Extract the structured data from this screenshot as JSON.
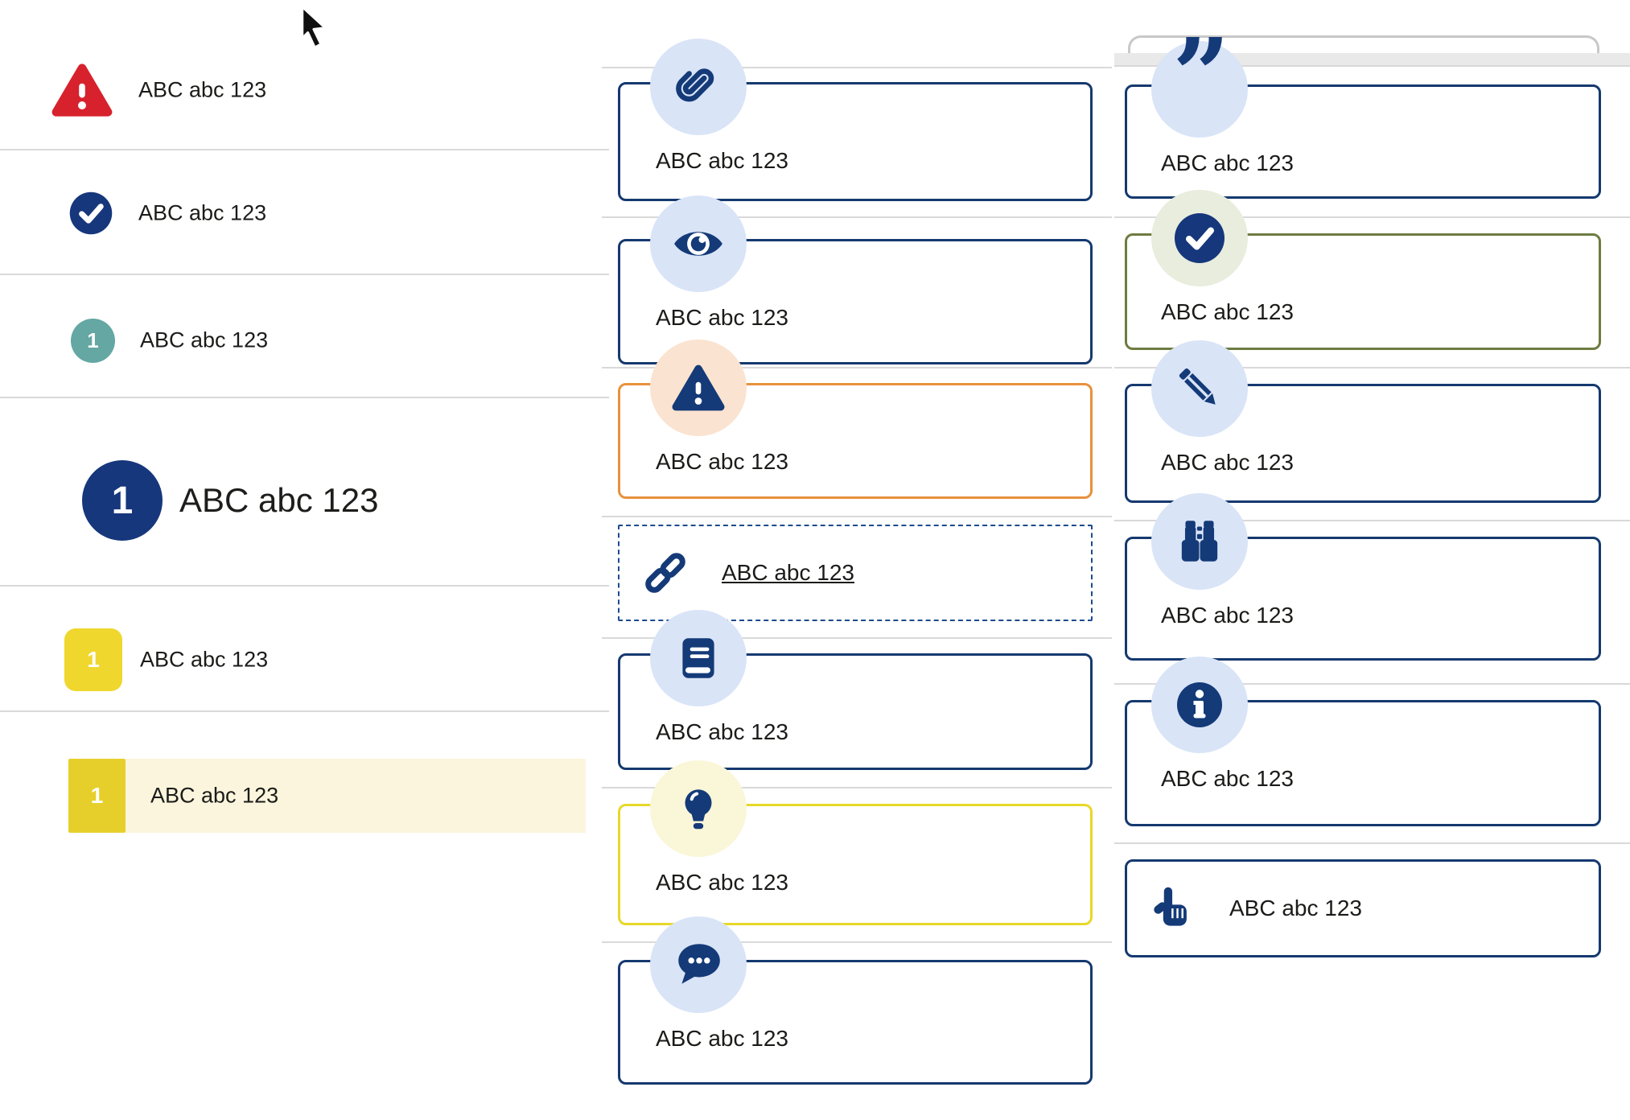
{
  "shared_label": "ABC abc 123",
  "left": {
    "items": [
      {
        "name": "alert",
        "icon": "warning-triangle-icon",
        "label": "ABC abc 123"
      },
      {
        "name": "success",
        "icon": "check-circle-icon",
        "label": "ABC abc 123"
      },
      {
        "name": "step-teal",
        "badge": "1",
        "label": "ABC abc 123"
      },
      {
        "name": "step-large",
        "badge": "1",
        "label": "ABC abc 123"
      },
      {
        "name": "step-yellow",
        "badge": "1",
        "label": "ABC abc 123"
      },
      {
        "name": "step-yellow-highlight",
        "badge": "1",
        "label": "ABC abc 123"
      }
    ]
  },
  "middle": {
    "cards": [
      {
        "icon": "paperclip-icon",
        "label": "ABC abc 123"
      },
      {
        "icon": "eye-icon",
        "label": "ABC abc 123"
      },
      {
        "icon": "warning-icon",
        "label": "ABC abc 123"
      },
      {
        "icon": "link-icon",
        "label": "ABC abc 123"
      },
      {
        "icon": "book-icon",
        "label": "ABC abc 123"
      },
      {
        "icon": "lightbulb-icon",
        "label": "ABC abc 123"
      },
      {
        "icon": "chat-icon",
        "label": "ABC abc 123"
      }
    ]
  },
  "right": {
    "cards": [
      {
        "icon": "quote-icon",
        "label": "ABC abc 123",
        "glyph": "”"
      },
      {
        "icon": "check-icon",
        "label": "ABC abc 123"
      },
      {
        "icon": "pencil-icon",
        "label": "ABC abc 123"
      },
      {
        "icon": "binoculars-icon",
        "label": "ABC abc 123"
      },
      {
        "icon": "info-icon",
        "label": "ABC abc 123"
      },
      {
        "icon": "hand-pointer-icon",
        "label": "ABC abc 123"
      }
    ]
  },
  "colors": {
    "navy": "#143a78",
    "navy_border": "#15396f",
    "red": "#d7222d",
    "teal": "#64a7a3",
    "yellow_badge": "#efd72e",
    "yellow_badge_dark": "#e7cf2b",
    "yellow_row_bg": "#faf5dc",
    "orange_border": "#e8913d",
    "yellow_border": "#e7d829",
    "olive_border": "#6d7c40",
    "light_blue_bg": "#d9e4f7",
    "peach_bg": "#fae3d0",
    "pale_yellow_bg": "#faf6d8",
    "pale_green_bg": "#e8edde",
    "divider": "#d9d9d9"
  }
}
